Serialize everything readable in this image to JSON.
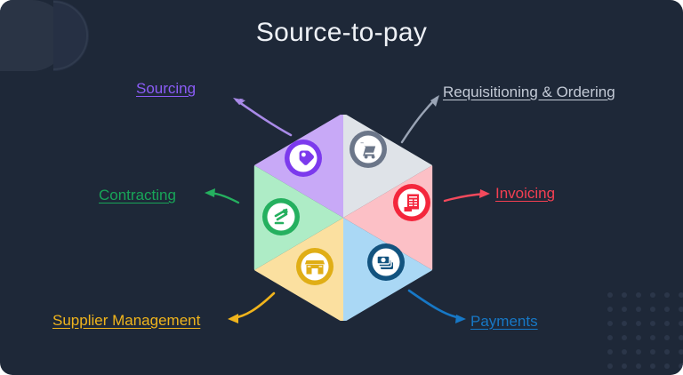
{
  "page": {
    "title": "Source-to-pay",
    "background_color": "#1e2838",
    "title_color": "#eef1f6"
  },
  "decorations": {
    "watermark": "dd-logo-watermark",
    "dot_grid": "dot-grid-pattern"
  },
  "chart_data": {
    "type": "pie",
    "title": "Source-to-pay",
    "categories": [
      "Sourcing",
      "Requisitioning & Ordering",
      "Invoicing",
      "Payments",
      "Supplier Management",
      "Contracting"
    ],
    "values": [
      1,
      1,
      1,
      1,
      1,
      1
    ],
    "xlabel": "",
    "ylabel": "",
    "legend_position": "around",
    "grid": false,
    "slice_colors": [
      "#c8a9f7",
      "#dfe3e8",
      "#fcc0c6",
      "#aad8f5",
      "#fbe0a0",
      "#aeecc6"
    ],
    "label_colors": [
      "#8b5cf6",
      "#c3cad6",
      "#f43f52",
      "#1778c6",
      "#f0b41c",
      "#18a558"
    ],
    "segments": [
      {
        "label": "Sourcing",
        "icon": "price-tag-icon",
        "slice_color": "#c8a9f7",
        "accent_color": "#7c3aed",
        "label_color": "#8b5cf6",
        "start_angle": 270,
        "end_angle": 330
      },
      {
        "label": "Requisitioning & Ordering",
        "icon": "shopping-cart-icon",
        "slice_color": "#dfe3e8",
        "accent_color": "#6b7689",
        "label_color": "#c3cad6",
        "start_angle": 330,
        "end_angle": 30
      },
      {
        "label": "Invoicing",
        "icon": "invoice-icon",
        "slice_color": "#fcc0c6",
        "accent_color": "#f4263c",
        "label_color": "#f43f52",
        "start_angle": 30,
        "end_angle": 90
      },
      {
        "label": "Payments",
        "icon": "cash-stack-icon",
        "slice_color": "#aad8f5",
        "accent_color": "#12537f",
        "label_color": "#1778c6",
        "start_angle": 90,
        "end_angle": 150
      },
      {
        "label": "Supplier Management",
        "icon": "storefront-icon",
        "slice_color": "#fbe0a0",
        "accent_color": "#e0ae16",
        "label_color": "#f0b41c",
        "start_angle": 150,
        "end_angle": 210
      },
      {
        "label": "Contracting",
        "icon": "gavel-icon",
        "slice_color": "#aeecc6",
        "accent_color": "#25b05f",
        "label_color": "#18a558",
        "start_angle": 210,
        "end_angle": 270
      }
    ],
    "arrows": [
      {
        "from": "sourcing-slice",
        "to": "Sourcing",
        "color": "#a98ae8"
      },
      {
        "from": "requisitioning-slice",
        "to": "Requisitioning & Ordering",
        "color": "#9aa4b5"
      },
      {
        "from": "invoicing-slice",
        "to": "Invoicing",
        "color": "#f4495c"
      },
      {
        "from": "payments-slice",
        "to": "Payments",
        "color": "#1778c6"
      },
      {
        "from": "supplier-slice",
        "to": "Supplier Management",
        "color": "#f0b41c"
      },
      {
        "from": "contracting-slice",
        "to": "Contracting",
        "color": "#25b05f"
      }
    ]
  }
}
